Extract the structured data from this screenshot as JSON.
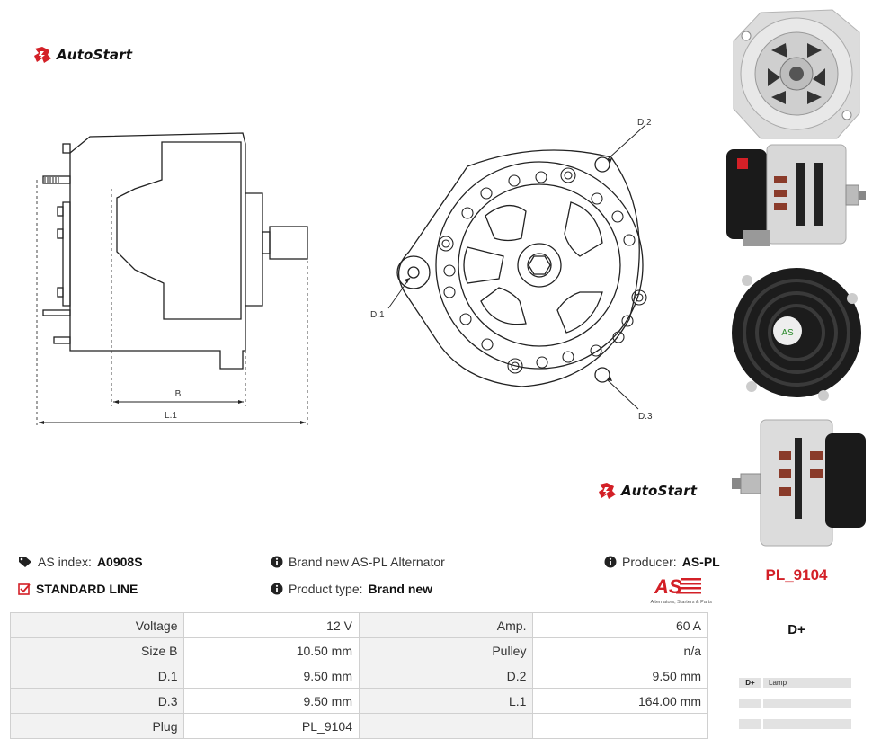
{
  "brand": {
    "name": "AutoStart"
  },
  "diagram": {
    "label_b": "B",
    "label_l1": "L.1",
    "label_d1": "D.1",
    "label_d2": "D.2",
    "label_d3": "D.3"
  },
  "product": {
    "as_index_label": "AS index:",
    "as_index_value": "A0908S",
    "line": "STANDARD LINE",
    "description": "Brand new AS-PL Alternator",
    "type_label": "Product type:",
    "type_value": "Brand new",
    "producer_label": "Producer:",
    "producer_value": "AS-PL",
    "producer_logo_tagline": "Alternators, Starters & Parts"
  },
  "specs": [
    {
      "l1": "Voltage",
      "v1": "12 V",
      "l2": "Amp.",
      "v2": "60 A"
    },
    {
      "l1": "Size B",
      "v1": "10.50 mm",
      "l2": "Pulley",
      "v2": "n/a"
    },
    {
      "l1": "D.1",
      "v1": "9.50 mm",
      "l2": "D.2",
      "v2": "9.50 mm"
    },
    {
      "l1": "D.3",
      "v1": "9.50 mm",
      "l2": "L.1",
      "v2": "164.00 mm"
    },
    {
      "l1": "Plug",
      "v1": "PL_9104",
      "l2": "",
      "v2": ""
    }
  ],
  "plug": {
    "code": "PL_9104",
    "title": "D+",
    "pins": [
      {
        "pin": "D+",
        "function": "Lamp"
      },
      {
        "pin": "",
        "function": ""
      },
      {
        "pin": "",
        "function": ""
      }
    ]
  },
  "colors": {
    "accent": "#d32027",
    "table_label_bg": "#f2f2f2",
    "table_border": "#d0d0d0"
  }
}
